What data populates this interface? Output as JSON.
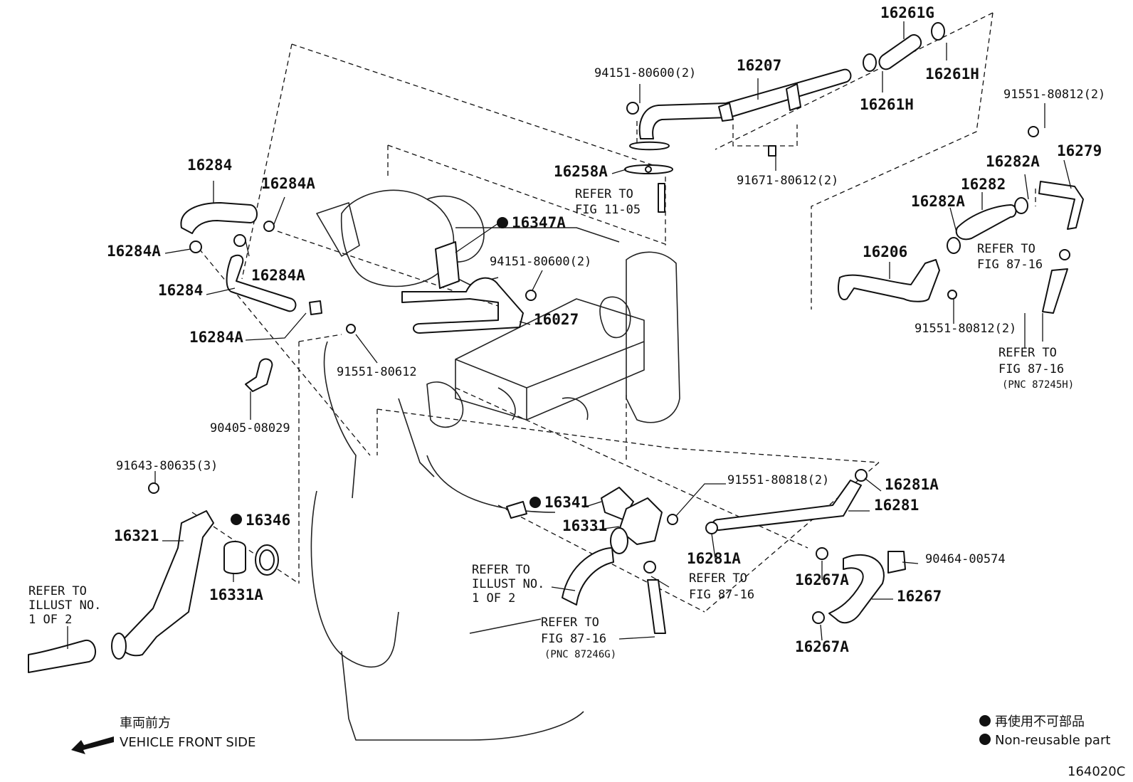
{
  "diagram": {
    "figure_code": "164020C",
    "parts": [
      {
        "id": "16261G",
        "label": "16261G"
      },
      {
        "id": "16261H_top",
        "label": "16261H"
      },
      {
        "id": "16261H_bottom",
        "label": "16261H"
      },
      {
        "id": "16207",
        "label": "16207"
      },
      {
        "id": "94151-80600-top",
        "label": "94151-80600(2)"
      },
      {
        "id": "91551-80812-top",
        "label": "91551-80812(2)"
      },
      {
        "id": "16284-top",
        "label": "16284"
      },
      {
        "id": "16284A-1",
        "label": "16284A"
      },
      {
        "id": "16279",
        "label": "16279"
      },
      {
        "id": "16282A-top",
        "label": "16282A"
      },
      {
        "id": "16258A",
        "label": "16258A"
      },
      {
        "id": "91671-80612",
        "label": "91671-80612(2)"
      },
      {
        "id": "16282",
        "label": "16282"
      },
      {
        "id": "16282A-mid",
        "label": "16282A"
      },
      {
        "id": "16347A",
        "label": "16347A"
      },
      {
        "id": "16284A-2",
        "label": "16284A"
      },
      {
        "id": "16284A-3",
        "label": "16284A"
      },
      {
        "id": "16206",
        "label": "16206"
      },
      {
        "id": "94151-80600-mid",
        "label": "94151-80600(2)"
      },
      {
        "id": "16284-mid",
        "label": "16284"
      },
      {
        "id": "16027",
        "label": "16027"
      },
      {
        "id": "16284A-4",
        "label": "16284A"
      },
      {
        "id": "91551-80812-bottom",
        "label": "91551-80812(2)"
      },
      {
        "id": "91551-80612",
        "label": "91551-80612"
      },
      {
        "id": "90405-08029",
        "label": "90405-08029"
      },
      {
        "id": "91643-80635",
        "label": "91643-80635(3)"
      },
      {
        "id": "91551-80818",
        "label": "91551-80818(2)"
      },
      {
        "id": "16281A-top",
        "label": "16281A"
      },
      {
        "id": "16341",
        "label": "16341"
      },
      {
        "id": "16281",
        "label": "16281"
      },
      {
        "id": "16346",
        "label": "16346"
      },
      {
        "id": "16331",
        "label": "16331"
      },
      {
        "id": "16321",
        "label": "16321"
      },
      {
        "id": "90464-00574",
        "label": "90464-00574"
      },
      {
        "id": "16281A-bottom",
        "label": "16281A"
      },
      {
        "id": "16267A-top",
        "label": "16267A"
      },
      {
        "id": "16331A",
        "label": "16331A"
      },
      {
        "id": "16267",
        "label": "16267"
      },
      {
        "id": "16267A-bottom",
        "label": "16267A"
      }
    ],
    "references": {
      "fig_11_05": [
        "REFER TO",
        "FIG 11-05"
      ],
      "fig_87_16_top": [
        "REFER TO",
        "FIG 87-16"
      ],
      "fig_87_16_pnc_h": [
        "REFER TO",
        "FIG 87-16",
        "(PNC 87245H)"
      ],
      "illust_right": [
        "REFER TO",
        "ILLUST NO.",
        "1 OF 2"
      ],
      "illust_left": [
        "REFER TO",
        "ILLUST NO.",
        "1 OF 2"
      ],
      "fig_87_16_mid": [
        "REFER TO",
        "FIG 87-16"
      ],
      "fig_87_16_pnc_g": [
        "REFER TO",
        "FIG 87-16",
        "(PNC 87246G)"
      ]
    },
    "direction": {
      "jp": "車両前方",
      "en": "VEHICLE FRONT SIDE"
    },
    "legend": {
      "jp": "再使用不可部品",
      "en": "Non-reusable part"
    }
  }
}
